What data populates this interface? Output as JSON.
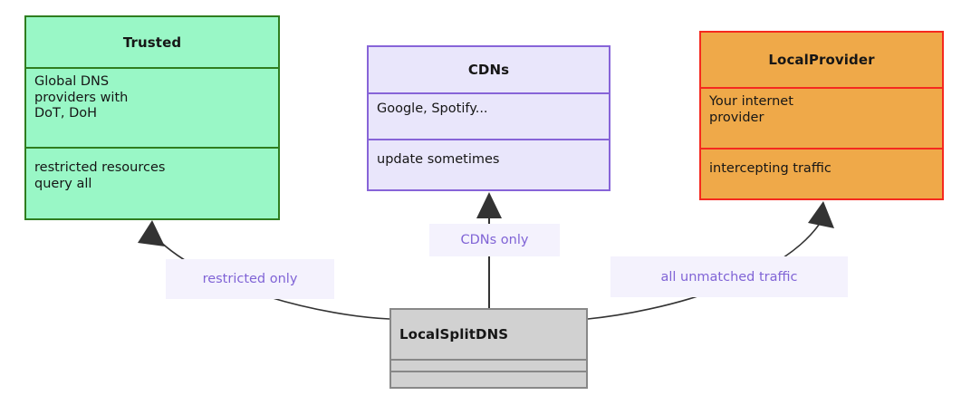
{
  "diagram": {
    "type": "class-diagram",
    "title": "",
    "background": "#ffffff",
    "nodes": [
      {
        "id": "trusted",
        "title": "Trusted",
        "compartments": [
          "Global DNS\nproviders with\nDoT, DoH",
          "restricted resources\nquery all"
        ],
        "fill": "#99f7c6",
        "stroke": "#2f7d1f"
      },
      {
        "id": "cdns",
        "title": "CDNs",
        "compartments": [
          "Google, Spotify...",
          "update sometimes"
        ],
        "fill": "#e9e6fb",
        "stroke": "#8764d8"
      },
      {
        "id": "localprovider",
        "title": "LocalProvider",
        "compartments": [
          "Your internet\nprovider",
          "intercepting traffic"
        ],
        "fill": "#efa949",
        "stroke": "#f5291f"
      },
      {
        "id": "localsplitdns",
        "title": "LocalSplitDNS",
        "compartments": [
          "",
          ""
        ],
        "fill": "#d1d1d1",
        "stroke": "#888888"
      }
    ],
    "edges": [
      {
        "id": "edge-restricted",
        "from": "localsplitdns",
        "to": "trusted",
        "label": "restricted only",
        "label_color": "#8064d6",
        "label_background": "#f4f2fd",
        "arrow": "filled-triangle",
        "stroke": "#333333"
      },
      {
        "id": "edge-cdns",
        "from": "localsplitdns",
        "to": "cdns",
        "label": "CDNs only",
        "label_color": "#8064d6",
        "label_background": "#f4f2fd",
        "arrow": "filled-triangle",
        "stroke": "#333333"
      },
      {
        "id": "edge-unmatched",
        "from": "localsplitdns",
        "to": "localprovider",
        "label": "all unmatched traffic",
        "label_color": "#8064d6",
        "label_background": "#f4f2fd",
        "arrow": "filled-triangle",
        "stroke": "#333333"
      }
    ]
  }
}
